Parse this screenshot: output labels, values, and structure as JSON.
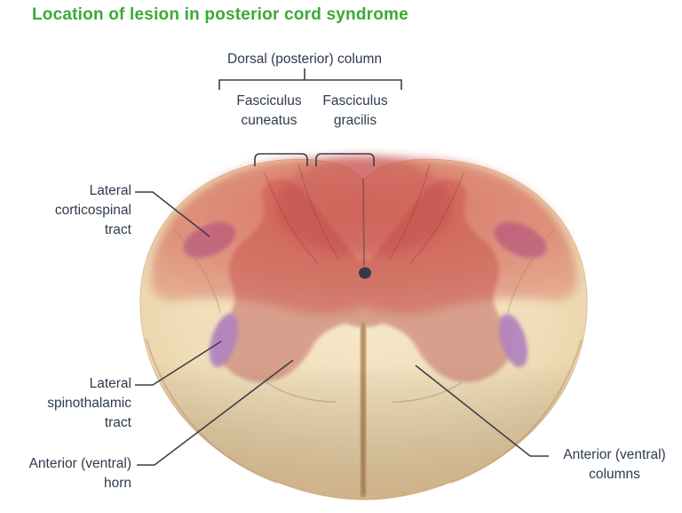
{
  "title": "Location of lesion in posterior cord syndrome",
  "labels": {
    "dorsal_column": "Dorsal (posterior) column",
    "fasciculus_cuneatus": "Fasciculus cuneatus",
    "fasciculus_gracilis": "Fasciculus gracilis",
    "lateral_corticospinal_tract": "Lateral corticospinal tract",
    "lateral_spinothalamic_tract": "Lateral spinothalamic tract",
    "anterior_ventral_horn": "Anterior (ventral) horn",
    "anterior_ventral_columns": "Anterior (ventral) columns"
  },
  "colors": {
    "title_green": "#3aaa35",
    "label_text": "#2e3b4c",
    "leader_line": "#3a3f4a",
    "cord_tan": "#f0ddb8",
    "cord_edge": "#dcc096",
    "gray_matter": "#d8a08c",
    "lesion_red": "#ce4a45",
    "tract_purple": "#b184bd",
    "central_canal": "#343a47"
  }
}
